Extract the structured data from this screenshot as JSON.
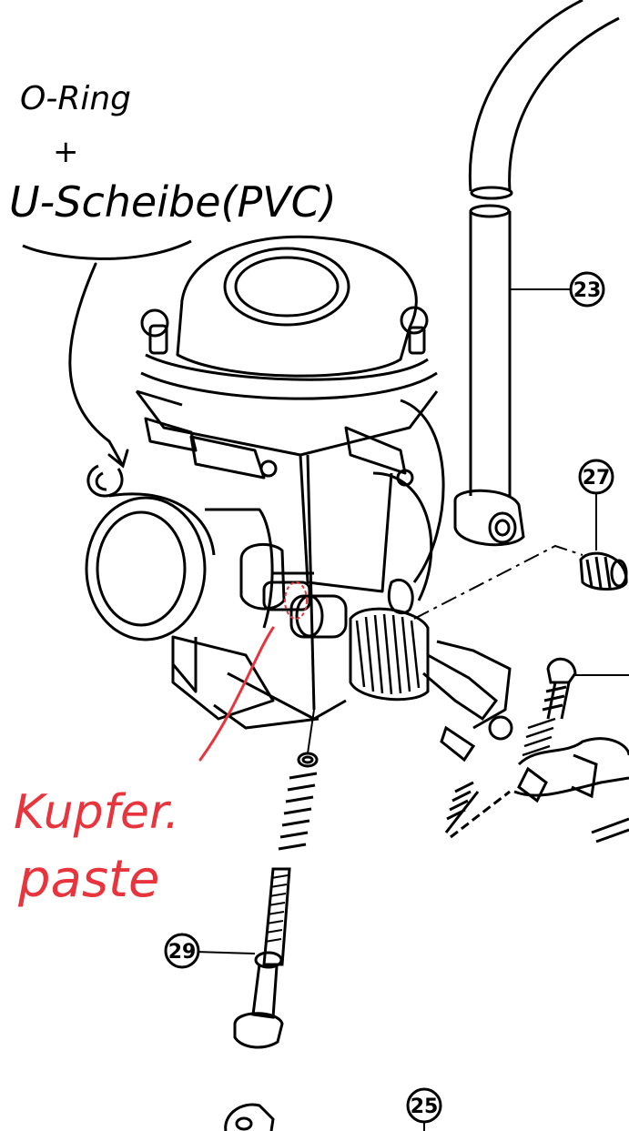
{
  "annotations": {
    "o_ring": "O-Ring",
    "plus": "+",
    "u_scheibe": "U-Scheibe(PVC)",
    "kupfer": "Kupfer.",
    "paste": "paste"
  },
  "callouts": {
    "c23": "23",
    "c27": "27",
    "c29": "29",
    "c25": "25"
  },
  "colors": {
    "ink": "#000000",
    "annotation_red": "#e8343c",
    "paper": "#ffffff"
  }
}
